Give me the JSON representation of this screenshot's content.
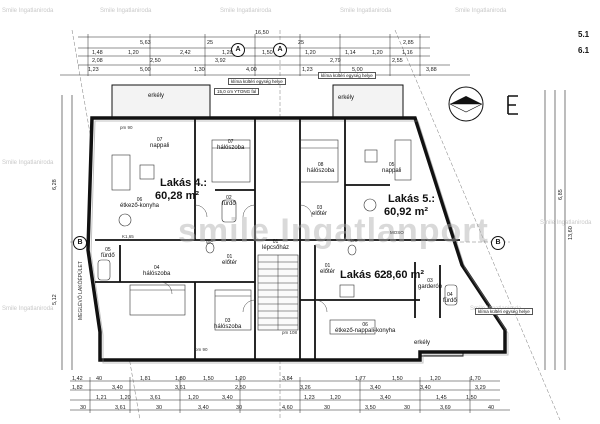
{
  "plan": {
    "watermark": "smile Ingatlanport",
    "watermark_small": "Smile Ingatlaniroda",
    "axes": {
      "vertical": "A",
      "horizontal": "B"
    },
    "right_labels": [
      "5.1",
      "6.1"
    ],
    "apartments": [
      {
        "name": "Lakás 4.:",
        "area": "60,28 m²"
      },
      {
        "name": "Lakás 5.:",
        "area": "60,92 m²"
      },
      {
        "name": "Lakás 6.:",
        "area": "28,60 m²"
      }
    ],
    "rooms": [
      {
        "num": "07",
        "name": "nappali"
      },
      {
        "num": "07",
        "name": "hálószoba"
      },
      {
        "num": "08",
        "name": "hálószoba"
      },
      {
        "num": "05",
        "name": "nappali"
      },
      {
        "num": "06",
        "name": "étkező-konyha"
      },
      {
        "num": "02",
        "name": "fürdő"
      },
      {
        "num": "03",
        "name": "előtér"
      },
      {
        "num": "05",
        "name": "fürdő"
      },
      {
        "num": "04",
        "name": "hálószoba"
      },
      {
        "num": "01",
        "name": "előtér"
      },
      {
        "num": "03",
        "name": "hálószoba"
      },
      {
        "num": "01",
        "name": "lépcsőház"
      },
      {
        "num": "01",
        "name": "előtér"
      },
      {
        "num": "03",
        "name": "garderób"
      },
      {
        "num": "04",
        "name": "fürdő"
      },
      {
        "num": "06",
        "name": "étkező-nappali-konyha"
      },
      {
        "num": "",
        "name": "erkély"
      },
      {
        "num": "",
        "name": "erkély"
      },
      {
        "num": "",
        "name": "erkély"
      }
    ],
    "notes": [
      "klíma kültéri egység helye",
      "klíma kültéri egység helye",
      "klíma kültéri egység helye",
      "15,0 cm YTONG fal",
      "MEGLÉVŐ LAKÓÉPÜLET"
    ],
    "top_total": "16,50",
    "top_dims_row1": [
      "5,63",
      "25",
      "25",
      "2,85"
    ],
    "top_dims_row2": [
      "1,48",
      "1,20",
      "2,42",
      "1,20",
      "1,50",
      "1,20",
      "1,14",
      "1,20",
      "1,16"
    ],
    "top_dims_row3": [
      "2,08",
      "2,50",
      "3,92",
      "2,79",
      "2,55"
    ],
    "top_dims_row4": [
      "1,23",
      "5,00",
      "1,30",
      "4,00",
      "1,23",
      "5,00",
      "3,88"
    ],
    "bottom_dims_row1": [
      "1,42",
      "40",
      "1,81",
      "1,80",
      "1,50",
      "1,20",
      "3,84",
      "1,77",
      "1,50",
      "1,20",
      "1,70"
    ],
    "bottom_dims_row2": [
      "1,82",
      "3,40",
      "3,61",
      "2,50",
      "3,26",
      "3,40",
      "3,40",
      "3,29"
    ],
    "bottom_dims_row3": [
      "1,21",
      "1,20",
      "3,61",
      "1,20",
      "3,40",
      "1,23",
      "1,20",
      "3,40",
      "1,45",
      "1,50"
    ],
    "bottom_dims_row4": [
      "30",
      "3,61",
      "30",
      "3,40",
      "30",
      "4,60",
      "30",
      "3,50",
      "30",
      "3,69",
      "40"
    ],
    "left_dims": [
      "6,28",
      "5,12"
    ],
    "right_dims": [
      "13,60",
      "6,85"
    ],
    "small_labels": [
      "pm 90",
      "pm 108",
      "WC",
      "WC",
      "K1,65",
      "MOSO",
      "pm 90"
    ]
  }
}
